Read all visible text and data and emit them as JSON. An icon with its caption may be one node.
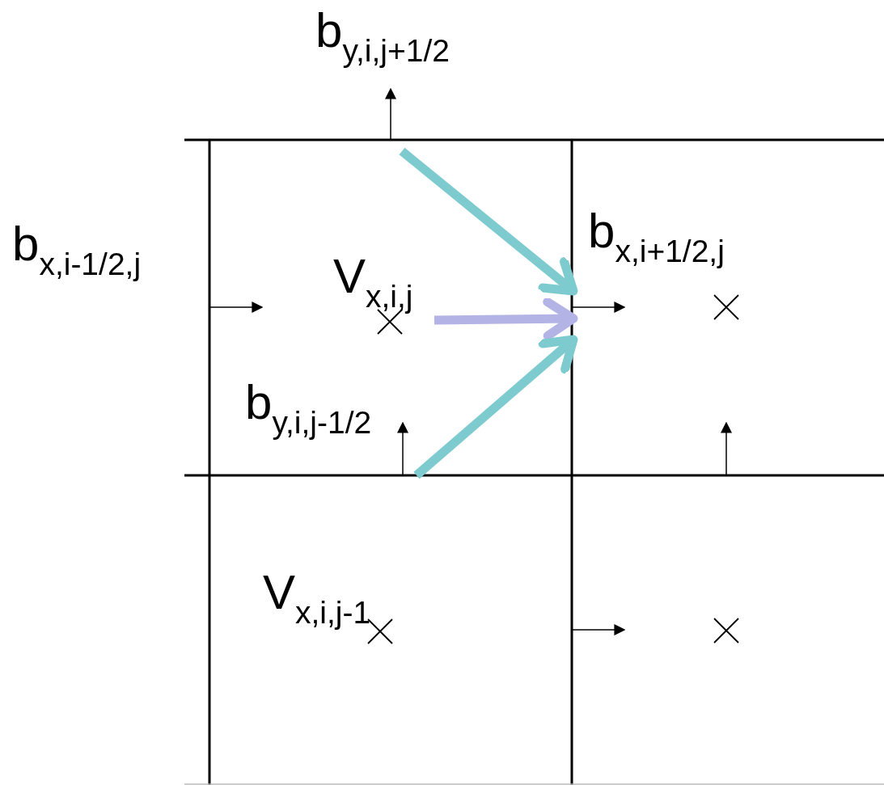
{
  "diagram": {
    "nodes": [
      {
        "text": [
          "V$_{x,i,j}$"
        ]
      },
      {
        "text": [
          "b$_{x,i+1/2,j}$"
        ]
      }
    ],
    "edges": [
      {
        "from": null,
        "to": 1,
        "arrow": "to",
        "color": "#7ecbcf"
      },
      {
        "from": 0,
        "to": 1,
        "arrow": "to",
        "color": "#b3b3e6"
      },
      {
        "from": null,
        "to": 1,
        "arrow": "to",
        "color": "#7ecbcf"
      }
    ],
    "labels": [
      "b$_{y,i,j+1/2}$",
      "b$_{x,i-1/2,j}$",
      "b$_{y,i,j-1/2}$",
      "V$_{x,i,j-1}$"
    ]
  }
}
